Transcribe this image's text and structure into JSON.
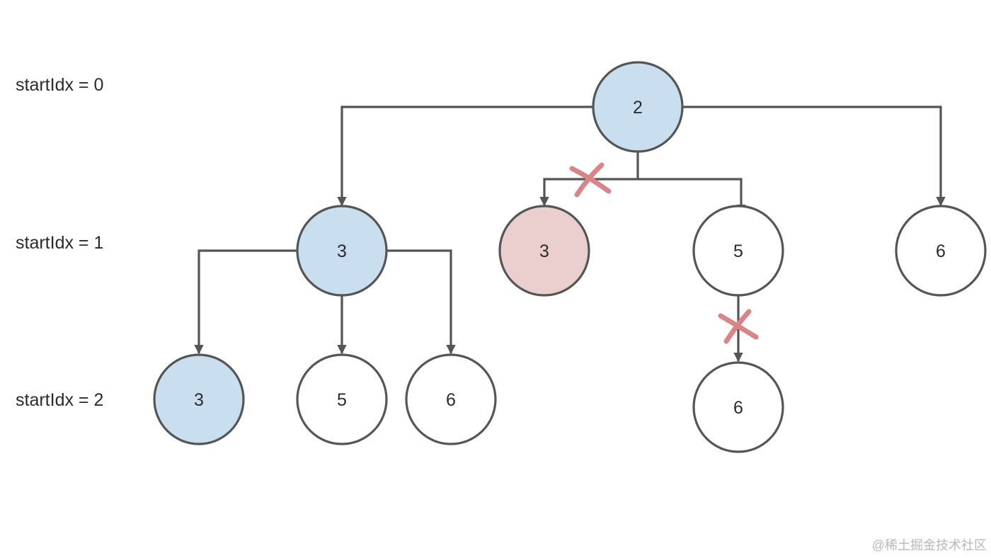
{
  "levels": [
    {
      "label": "startIdx = 0"
    },
    {
      "label": "startIdx = 1"
    },
    {
      "label": "startIdx = 2"
    }
  ],
  "nodes": [
    {
      "id": "root",
      "value": "2",
      "state": "highlight"
    },
    {
      "id": "l1-3",
      "value": "3",
      "state": "highlight"
    },
    {
      "id": "l1-3-pruned",
      "value": "3",
      "state": "pruned"
    },
    {
      "id": "l1-5",
      "value": "5",
      "state": "normal"
    },
    {
      "id": "l1-6",
      "value": "6",
      "state": "normal"
    },
    {
      "id": "l2-3",
      "value": "3",
      "state": "highlight"
    },
    {
      "id": "l2-5",
      "value": "5",
      "state": "normal"
    },
    {
      "id": "l2-6",
      "value": "6",
      "state": "normal"
    },
    {
      "id": "l2-6-under-5",
      "value": "6",
      "state": "normal"
    }
  ],
  "edges": [
    {
      "from": "root",
      "to": "l1-3",
      "pruned": false
    },
    {
      "from": "root",
      "to": "l1-3-pruned",
      "pruned": true
    },
    {
      "from": "root",
      "to": "l1-5",
      "pruned": false
    },
    {
      "from": "root",
      "to": "l1-6",
      "pruned": false
    },
    {
      "from": "l1-3",
      "to": "l2-3",
      "pruned": false
    },
    {
      "from": "l1-3",
      "to": "l2-5",
      "pruned": false
    },
    {
      "from": "l1-3",
      "to": "l2-6",
      "pruned": false
    },
    {
      "from": "l1-5",
      "to": "l2-6-under-5",
      "pruned": true
    }
  ],
  "colors": {
    "highlight_fill": "#c9dff0",
    "pruned_fill": "#ebcfcf",
    "normal_fill": "#ffffff",
    "stroke": "#555555",
    "cross": "#d98585",
    "text": "#2b2b2b"
  },
  "watermark": "@稀土掘金技术社区"
}
